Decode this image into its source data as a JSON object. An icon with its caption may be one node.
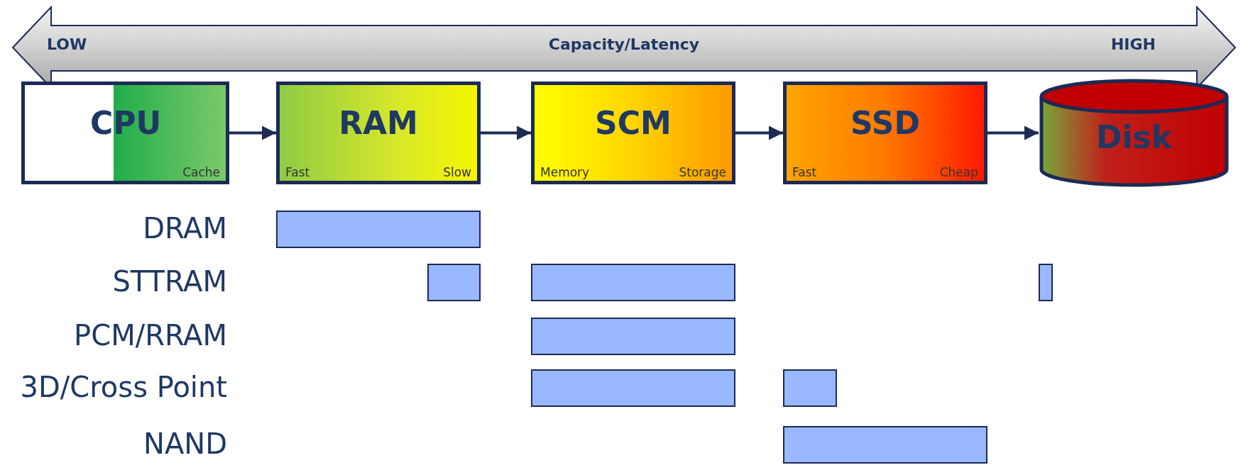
{
  "diagram": {
    "nodes": [
      {
        "text": [
          "CPU",
          "Cache"
        ]
      },
      {
        "text": [
          "RAM",
          "Fast",
          "Slow"
        ]
      },
      {
        "text": [
          "SCM",
          "Memory",
          "Storage"
        ]
      },
      {
        "text": [
          "SSD",
          "Fast",
          "Cheap"
        ]
      },
      {
        "text": [
          "Disk"
        ]
      },
      {
        "text": [],
        "shape": "bar"
      },
      {
        "text": [],
        "shape": "bar"
      },
      {
        "text": [],
        "shape": "bar"
      },
      {
        "text": [],
        "shape": "bar"
      },
      {
        "text": [],
        "shape": "bar"
      },
      {
        "text": [],
        "shape": "bar"
      },
      {
        "text": [],
        "shape": "bar"
      },
      {
        "text": [],
        "shape": "bar"
      }
    ],
    "edges": [
      {
        "from": 0,
        "to": 1,
        "arrow": "to"
      },
      {
        "from": 1,
        "to": 2,
        "arrow": "to"
      },
      {
        "from": 2,
        "to": 3,
        "arrow": "to"
      },
      {
        "from": 3,
        "to": 4,
        "arrow": "to"
      }
    ],
    "labels": [
      "LOW",
      "Capacity/Latency",
      "HIGH",
      "DRAM",
      "STTRAM",
      "PCM/RRAM",
      "3D/Cross Point",
      "NAND"
    ]
  }
}
